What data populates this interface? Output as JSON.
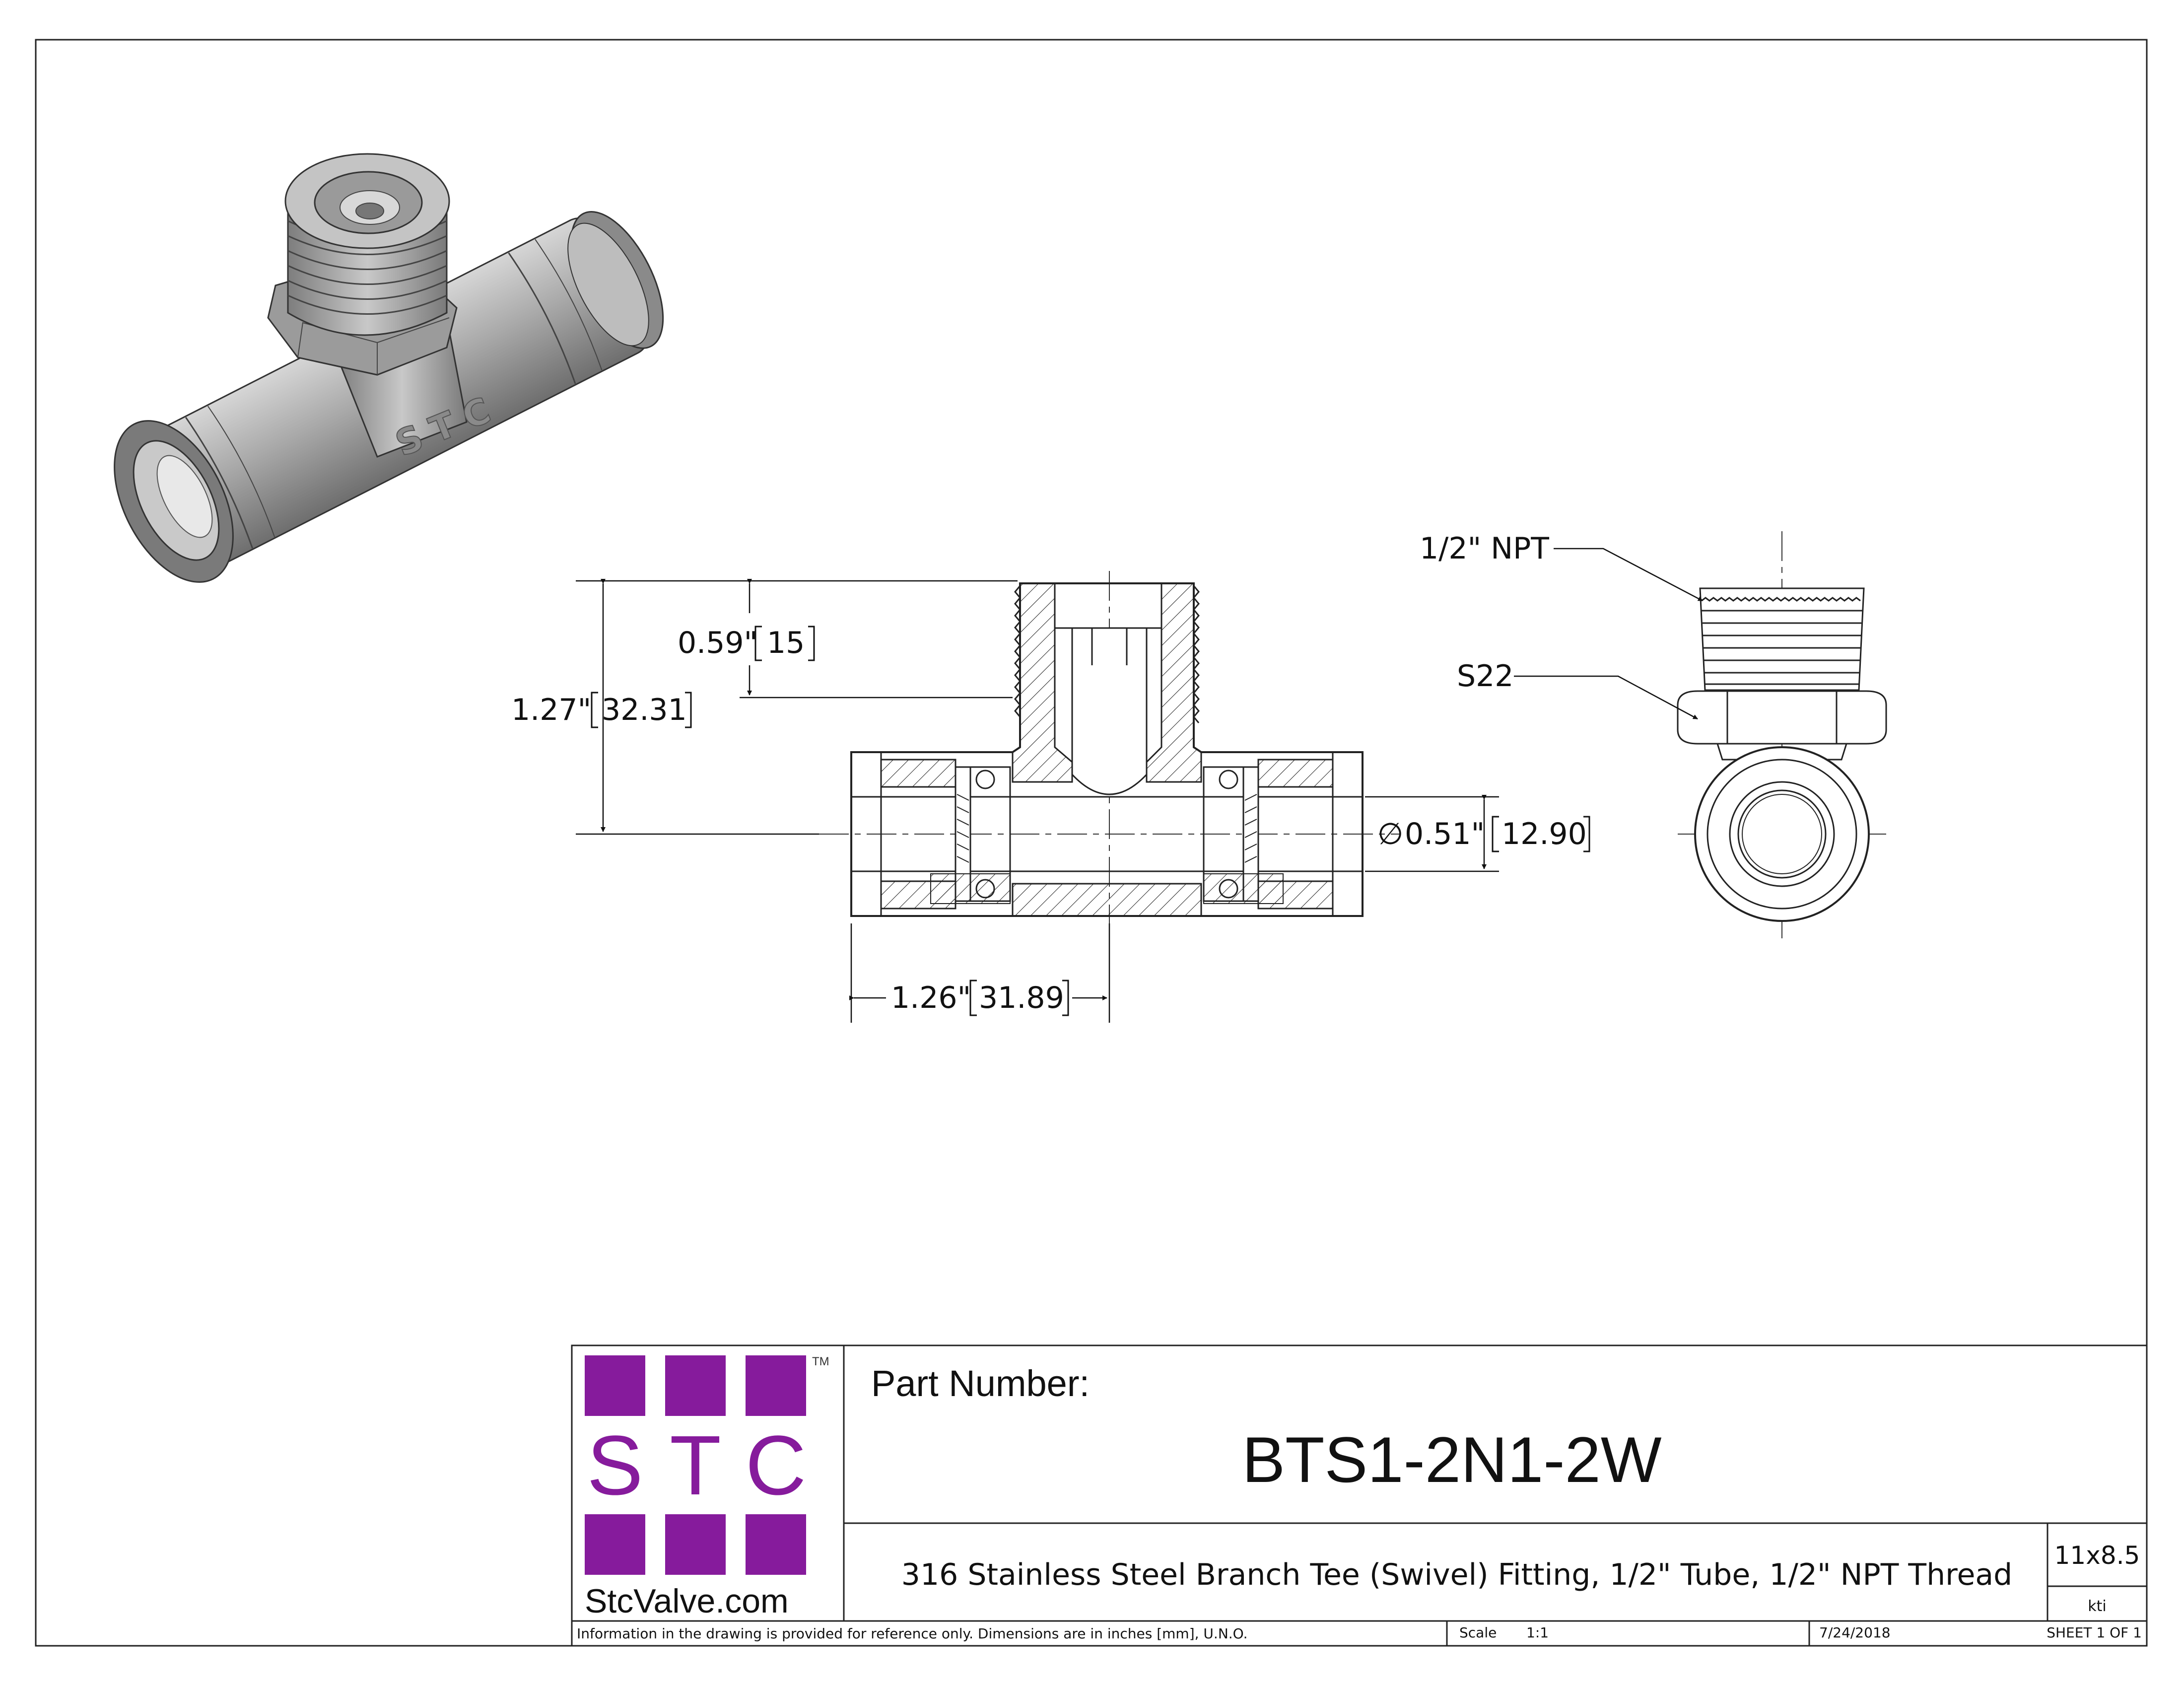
{
  "iso_view": {
    "logo_text": "STC"
  },
  "dimensions": {
    "thread_height": {
      "in": "0.59\"",
      "mm": "15"
    },
    "overall_height": {
      "in": "1.27\"",
      "mm": "32.31"
    },
    "tube_diameter": {
      "symbol": "∅",
      "in": "0.51\"",
      "mm": "12.90"
    },
    "half_length": {
      "in": "1.26\"",
      "mm": "31.89"
    }
  },
  "callouts": {
    "thread": "1/2\" NPT",
    "hex": "S22"
  },
  "title_block": {
    "logo": {
      "letters": [
        "S",
        "T",
        "C"
      ],
      "tm": "TM",
      "website": "StcValve.com",
      "color": "#861b9c"
    },
    "part_number_label": "Part Number:",
    "part_number": "BTS1-2N1-2W",
    "description": "316 Stainless Steel Branch Tee (Swivel) Fitting, 1/2\" Tube, 1/2\" NPT Thread",
    "size": "11x8.5",
    "drawn_by": "kti",
    "note": "Information in the drawing is provided for reference only. Dimensions are in inches [mm], U.N.O.",
    "scale_label": "Scale",
    "scale_value": "1:1",
    "date": "7/24/2018",
    "sheet": "SHEET 1 OF 1"
  }
}
